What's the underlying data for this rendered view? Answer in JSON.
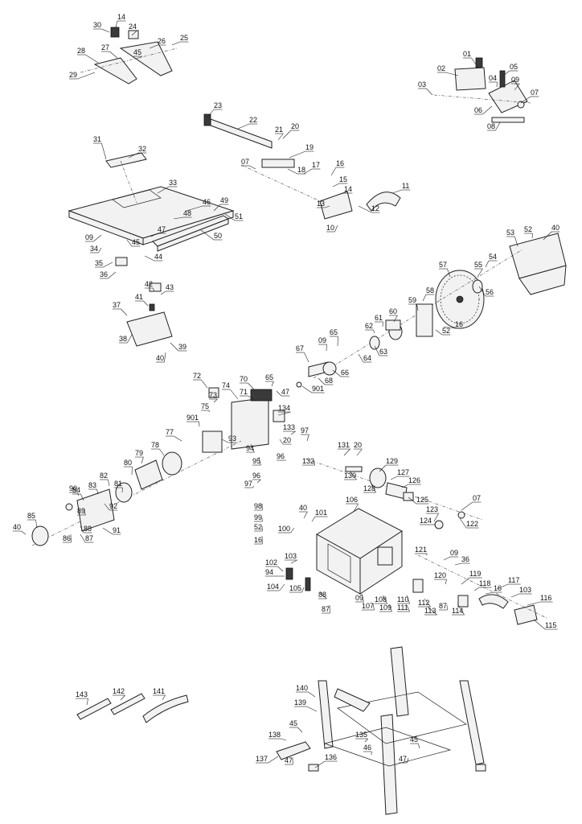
{
  "labels": [
    "01",
    "02",
    "03",
    "04",
    "05",
    "06",
    "07",
    "08",
    "09",
    "10",
    "11",
    "12",
    "13",
    "14",
    "15",
    "16",
    "17",
    "18",
    "19",
    "20",
    "21",
    "22",
    "23",
    "24",
    "25",
    "26",
    "27",
    "28",
    "29",
    "30",
    "31",
    "32",
    "33",
    "34",
    "35",
    "36",
    "37",
    "38",
    "39",
    "40",
    "41",
    "42",
    "43",
    "44",
    "45",
    "46",
    "47",
    "48",
    "49",
    "50",
    "51",
    "52",
    "53",
    "54",
    "55",
    "56",
    "57",
    "58",
    "59",
    "60",
    "61",
    "62",
    "63",
    "64",
    "65",
    "66",
    "67",
    "68",
    "70",
    "71",
    "72",
    "73",
    "74",
    "75",
    "77",
    "78",
    "79",
    "80",
    "81",
    "82",
    "83",
    "84",
    "85",
    "86",
    "87",
    "88",
    "89",
    "90",
    "91",
    "92",
    "93",
    "94",
    "95",
    "96",
    "97",
    "98",
    "99",
    "100",
    "101",
    "102",
    "103",
    "104",
    "105",
    "106",
    "107",
    "108",
    "109",
    "110",
    "111",
    "112",
    "113",
    "114",
    "115",
    "116",
    "117",
    "118",
    "119",
    "120",
    "121",
    "122",
    "123",
    "124",
    "125",
    "126",
    "127",
    "128",
    "129",
    "130",
    "131",
    "132",
    "133",
    "134",
    "135",
    "136",
    "137",
    "138",
    "139",
    "140",
    "141",
    "142",
    "143",
    "901"
  ]
}
